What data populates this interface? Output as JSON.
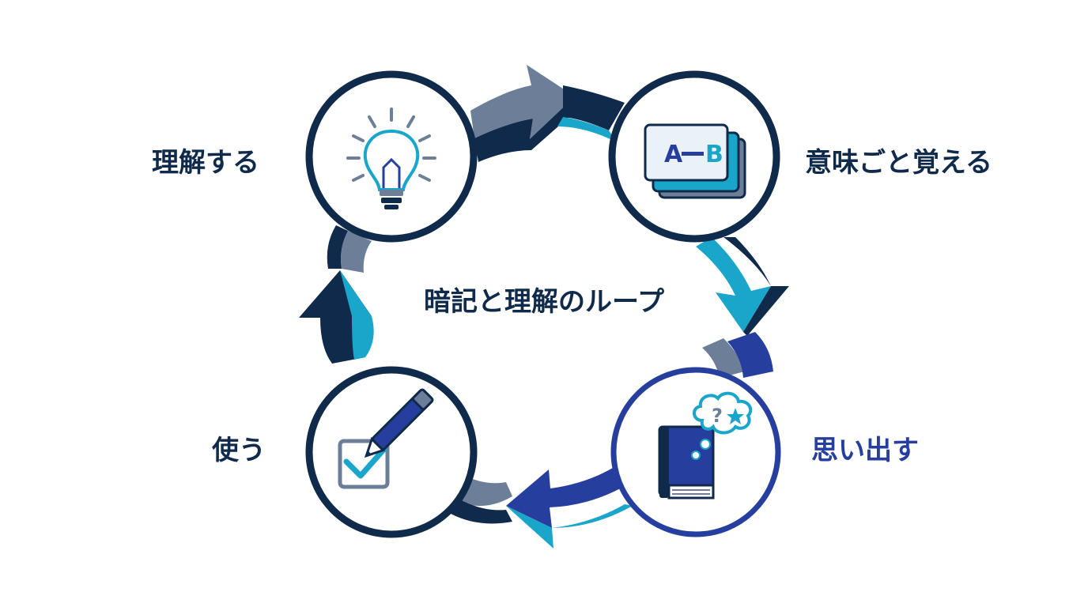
{
  "title": "暗記と理解のループ",
  "colors": {
    "navy": "#0f2a4a",
    "teal": "#1aa5cb",
    "slate": "#6d7f98",
    "royal": "#263f9e",
    "white": "#ffffff"
  },
  "steps": [
    {
      "id": "understand",
      "label": "理解する",
      "icon": "lightbulb-icon"
    },
    {
      "id": "chunk",
      "label": "意味ごと覚える",
      "icon": "flashcards-icon"
    },
    {
      "id": "recall",
      "label": "思い出す",
      "icon": "book-thought-icon"
    },
    {
      "id": "use",
      "label": "使う",
      "icon": "pencil-checkbox-icon"
    }
  ],
  "card": {
    "left": "A",
    "right": "B"
  },
  "thought": {
    "mark": "?"
  }
}
